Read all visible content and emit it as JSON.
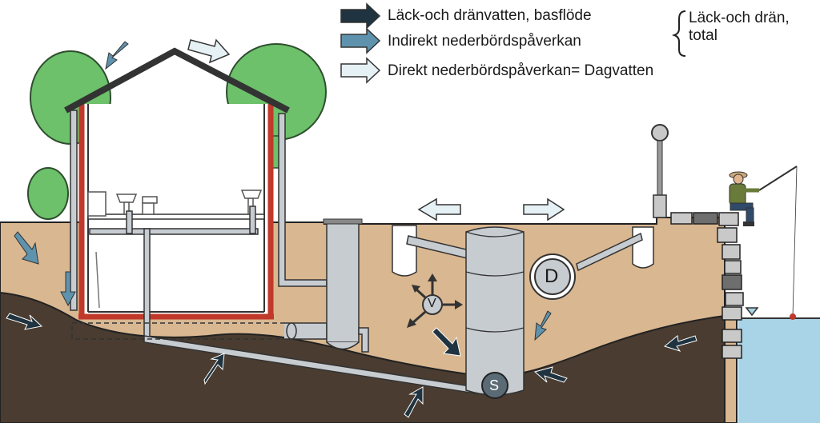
{
  "legend": {
    "items": [
      {
        "label": "Läck-och dränvatten, basflöde",
        "color": "#1f3340"
      },
      {
        "label": "Indirekt nederbördspåverkan",
        "color": "#5f93ad"
      },
      {
        "label": "Direkt nederbördspåverkan= Dagvatten",
        "color": "#e6f1f5"
      }
    ],
    "group_label_line1": "Läck-och drän,",
    "group_label_line2": "total"
  },
  "manholes": {
    "d_label": "D",
    "v_label": "V",
    "s_label": "S"
  },
  "colors": {
    "ground": "#d9b791",
    "subsoil": "#4a3c30",
    "water": "#a9d3e6",
    "pipe": "#c7ccd1",
    "house_wall": "#c0392b",
    "tree": "#6cc16a"
  }
}
